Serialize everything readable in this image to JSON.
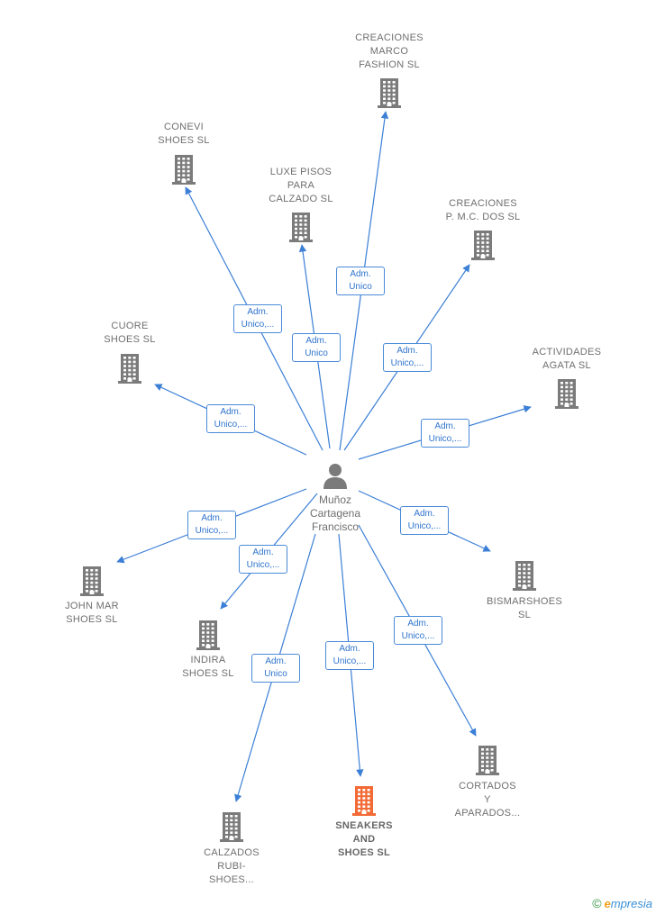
{
  "center": {
    "label": "Muñoz\nCartagena\nFrancisco"
  },
  "companies": [
    {
      "id": "creaciones-marco",
      "label": "CREACIONES\nMARCO\nFASHION  SL",
      "main": false
    },
    {
      "id": "conevi",
      "label": "CONEVI\nSHOES  SL",
      "main": false
    },
    {
      "id": "luxe-pisos",
      "label": "LUXE PISOS\nPARA\nCALZADO SL",
      "main": false
    },
    {
      "id": "creaciones-pmc",
      "label": "CREACIONES\nP. M.C. DOS  SL",
      "main": false
    },
    {
      "id": "cuore",
      "label": "CUORE\nSHOES  SL",
      "main": false
    },
    {
      "id": "actividades-agata",
      "label": "ACTIVIDADES\nAGATA  SL",
      "main": false
    },
    {
      "id": "john-mar",
      "label": "JOHN MAR\nSHOES  SL",
      "main": false
    },
    {
      "id": "bismarshoes",
      "label": "BISMARSHOES\nSL",
      "main": false
    },
    {
      "id": "indira",
      "label": "INDIRA\nSHOES  SL",
      "main": false
    },
    {
      "id": "cortados",
      "label": "CORTADOS\nY\nAPARADOS...",
      "main": false
    },
    {
      "id": "sneakers",
      "label": "SNEAKERS\nAND\nSHOES  SL",
      "main": true
    },
    {
      "id": "calzados-rubi",
      "label": "CALZADOS\nRUBI-\nSHOES...",
      "main": false
    }
  ],
  "relations": [
    {
      "to": "creaciones-marco",
      "label": "Adm.\nUnico"
    },
    {
      "to": "conevi",
      "label": "Adm.\nUnico,..."
    },
    {
      "to": "luxe-pisos",
      "label": "Adm.\nUnico"
    },
    {
      "to": "creaciones-pmc",
      "label": "Adm.\nUnico,..."
    },
    {
      "to": "cuore",
      "label": "Adm.\nUnico,..."
    },
    {
      "to": "actividades-agata",
      "label": "Adm.\nUnico,..."
    },
    {
      "to": "john-mar",
      "label": "Adm.\nUnico,..."
    },
    {
      "to": "bismarshoes",
      "label": "Adm.\nUnico,..."
    },
    {
      "to": "indira",
      "label": "Adm.\nUnico,..."
    },
    {
      "to": "cortados",
      "label": "Adm.\nUnico,..."
    },
    {
      "to": "sneakers",
      "label": "Adm.\nUnico,..."
    },
    {
      "to": "calzados-rubi",
      "label": "Adm.\nUnico"
    }
  ],
  "colors": {
    "edge": "#3b7fd6",
    "building": "#7b7b7b",
    "building_main": "#f26a35",
    "person": "#7b7b7b"
  },
  "brand": {
    "copyright": "©",
    "e": "e",
    "rest": "mpresia"
  }
}
